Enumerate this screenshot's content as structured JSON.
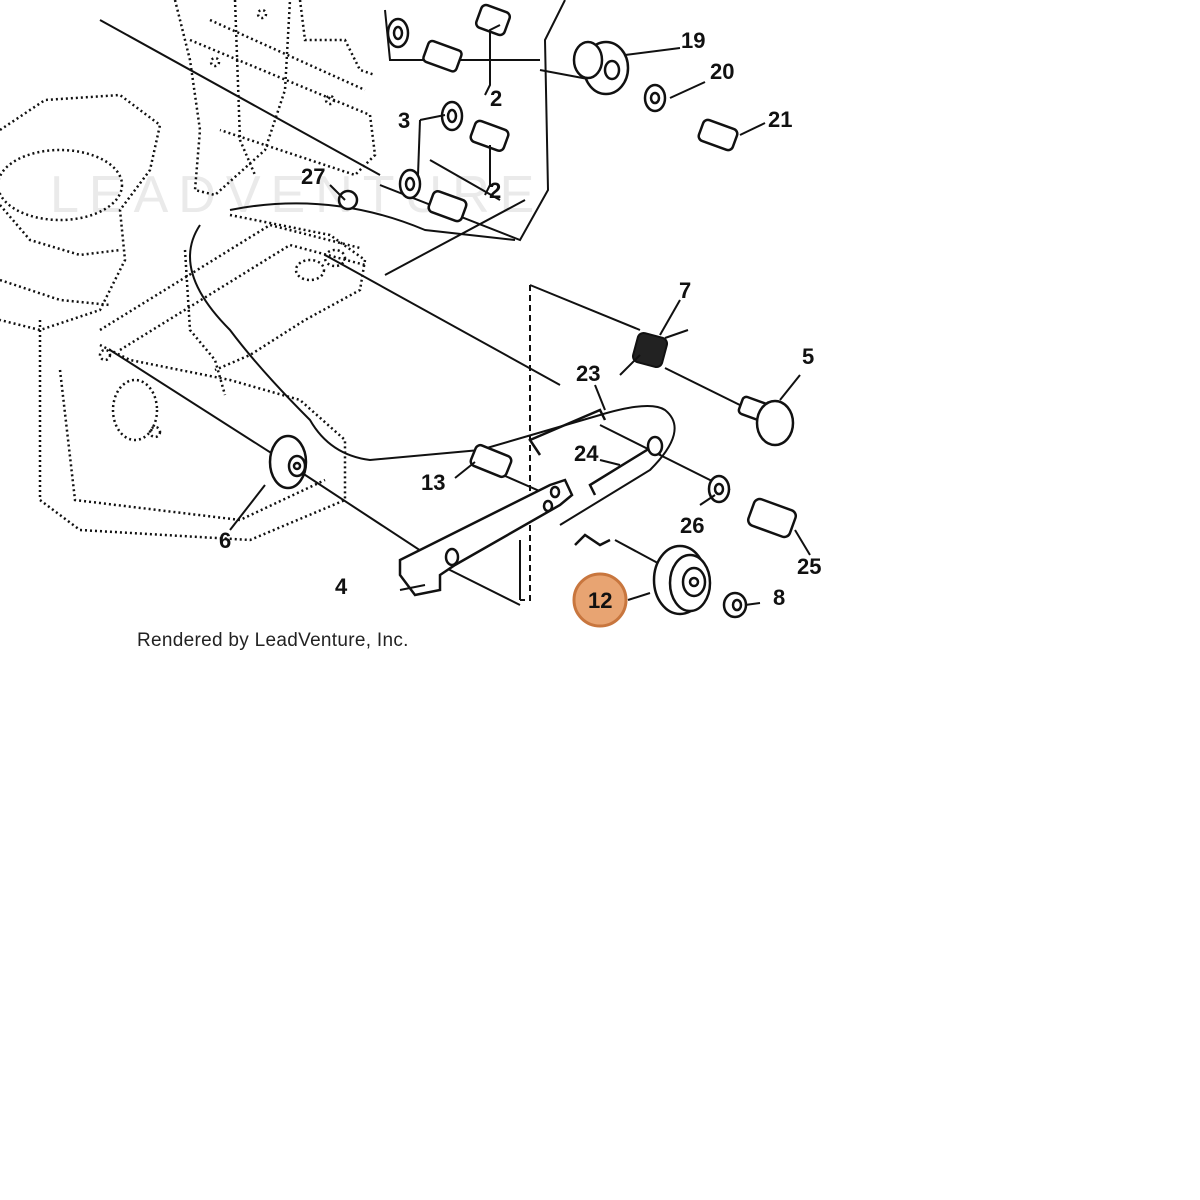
{
  "watermark": {
    "text": "LEADVENTURE"
  },
  "credit": {
    "text": "Rendered by LeadVenture, Inc."
  },
  "highlight_color": "#e8a472",
  "callouts": {
    "c2a": "2",
    "c2b": "2",
    "c3": "3",
    "c4": "4",
    "c5": "5",
    "c6": "6",
    "c7": "7",
    "c8": "8",
    "c12": "12",
    "c13": "13",
    "c19": "19",
    "c20": "20",
    "c21": "21",
    "c23": "23",
    "c24": "24",
    "c25": "25",
    "c26": "26",
    "c27": "27"
  },
  "selected_callout": "12"
}
